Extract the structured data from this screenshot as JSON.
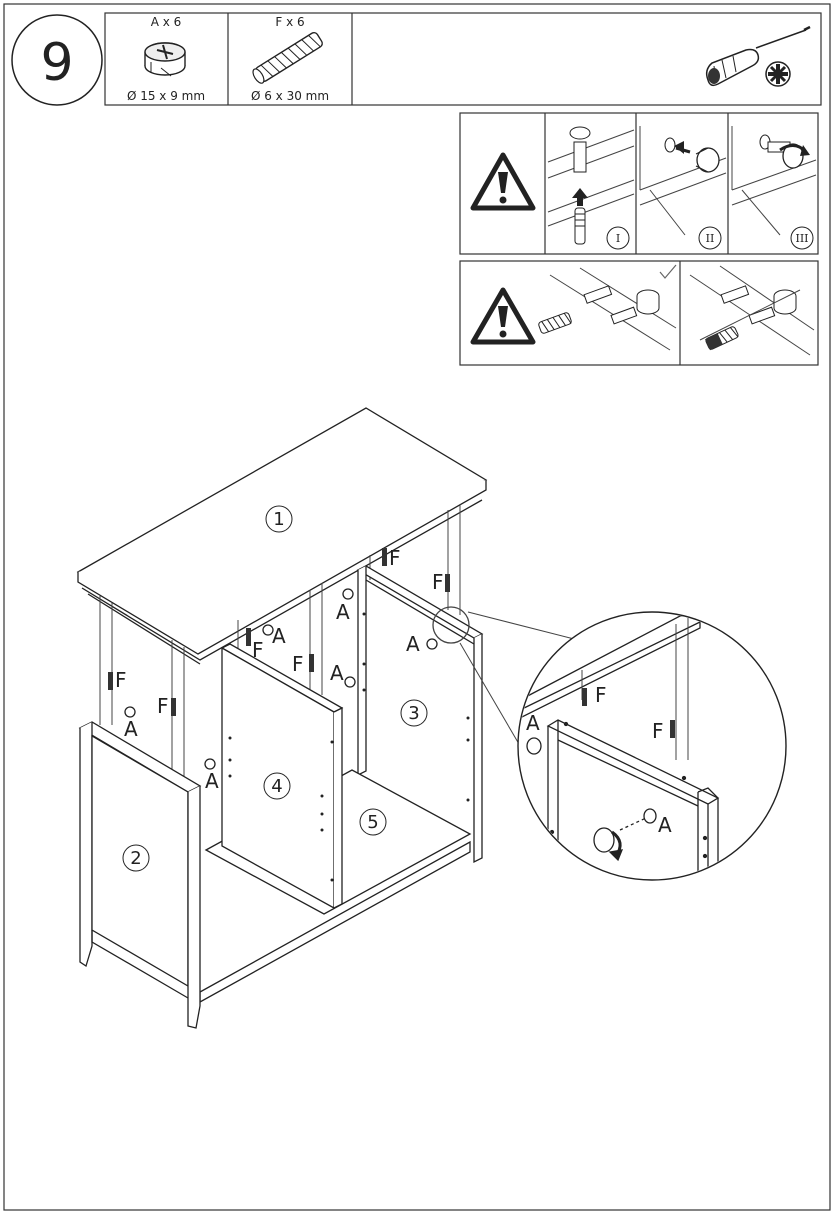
{
  "step": {
    "number": "9"
  },
  "hardware": [
    {
      "code": "A x 6",
      "size": "Ø 15 x 9 mm",
      "icon": "cam-lock-icon"
    },
    {
      "code": "F x 6",
      "size": "Ø 6 x 30 mm",
      "icon": "wood-dowel-icon"
    }
  ],
  "tool": {
    "icon": "phillips-screwdriver-icon"
  },
  "warnings": {
    "cam_steps": [
      "I",
      "II",
      "III"
    ],
    "icon": "warning-triangle-icon",
    "check_icon": "checkmark-icon"
  },
  "parts": {
    "p1": "1",
    "p2": "2",
    "p3": "3",
    "p4": "4",
    "p5": "5"
  },
  "labels": {
    "a": "A",
    "f": "F"
  }
}
